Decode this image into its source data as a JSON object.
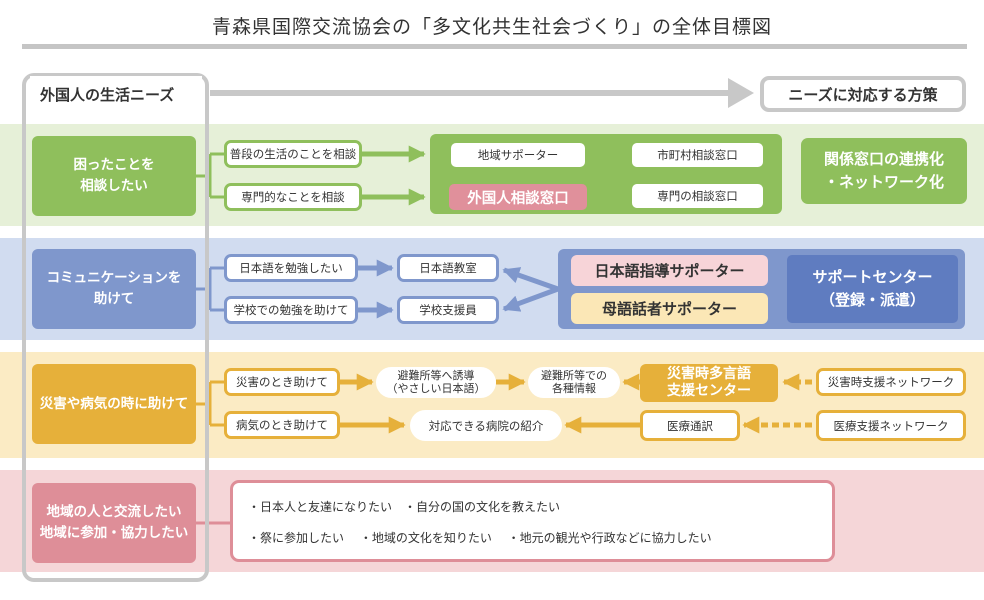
{
  "title": "青森県国際交流協会の「多文化共生社会づくり」の全体目標図",
  "header": {
    "needs_label": "外国人の生活ニーズ",
    "policy_label": "ニーズに対応する方策"
  },
  "colors": {
    "green": "#8fbf5c",
    "blue": "#7f97cc",
    "yellow": "#e6b03a",
    "pink": "#de8e98"
  },
  "consult": {
    "category": "困ったことを\n相談したい",
    "needs": [
      "普段の生活のことを相談",
      "専門的なことを相談"
    ],
    "supporter": "地域サポーター",
    "desk": "外国人相談窓口",
    "municipal": "市町村相談窓口",
    "specialist": "専門の相談窓口",
    "policy": "関係窓口の連携化\n・ネットワーク化"
  },
  "communication": {
    "category": "コミュニケーションを\n助けて",
    "needs": [
      "日本語を勉強したい",
      "学校での勉強を助けて"
    ],
    "classroom": "日本語教室",
    "school_staff": "学校支援員",
    "jp_supporter": "日本語指導サポーター",
    "native_supporter": "母語話者サポーター",
    "center": "サポートセンター\n（登録・派遣）"
  },
  "disaster": {
    "category": "災害や病気の時に助けて",
    "needs": [
      "災害のとき助けて",
      "病気のとき助けて"
    ],
    "evacuation": "避難所等へ誘導\n（やさしい日本語）",
    "info": "避難所等での\n各種情報",
    "center": "災害時多言語\n支援センター",
    "disaster_network": "災害時支援ネットワーク",
    "hospital_intro": "対応できる病院の紹介",
    "interpreter": "医療通訳",
    "medical_network": "医療支援ネットワーク"
  },
  "community": {
    "category": "地域の人と交流したい\n地域に参加・協力したい",
    "line1": "・日本人と友達になりたい　・自分の国の文化を教えたい",
    "line2": "・祭に参加したい　 ・地域の文化を知りたい　 ・地元の観光や行政などに協力したい"
  }
}
